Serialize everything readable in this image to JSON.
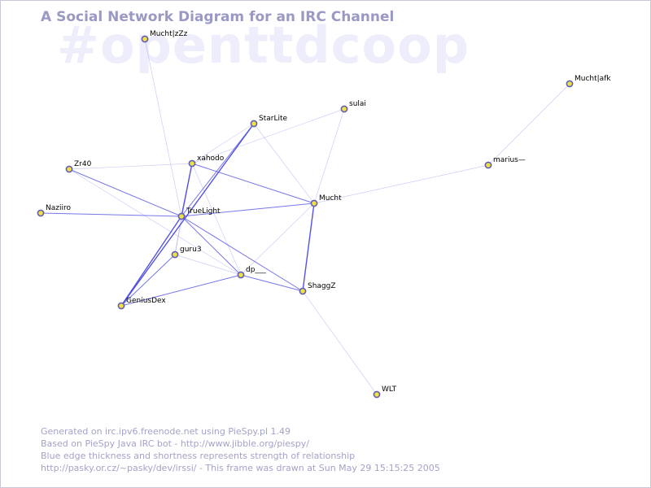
{
  "header": {
    "title": "A Social Network Diagram for an IRC Channel",
    "channel": "#openttdcoop"
  },
  "graph": {
    "nodes": [
      {
        "id": "MuchtzZz",
        "label": "Mucht|zZz"
      },
      {
        "id": "Muchtafk",
        "label": "Mucht|afk"
      },
      {
        "id": "sulai",
        "label": "sulai"
      },
      {
        "id": "StarLite",
        "label": "StarLite"
      },
      {
        "id": "xahodo",
        "label": "xahodo"
      },
      {
        "id": "marius",
        "label": "marius—"
      },
      {
        "id": "Zr40",
        "label": "Zr40"
      },
      {
        "id": "Mucht",
        "label": "Mucht"
      },
      {
        "id": "Naziiro",
        "label": "Naziiro"
      },
      {
        "id": "TrueLight",
        "label": "TrueLight"
      },
      {
        "id": "guru3",
        "label": "guru3"
      },
      {
        "id": "dp",
        "label": "dp___"
      },
      {
        "id": "ShaggZ",
        "label": "ShaggZ"
      },
      {
        "id": "GeniusDex",
        "label": "GeniusDex"
      },
      {
        "id": "WLT",
        "label": "WLT"
      }
    ],
    "edges": [
      {
        "from": "MuchtzZz",
        "to": "TrueLight",
        "strength": 1
      },
      {
        "from": "Muchtafk",
        "to": "marius",
        "strength": 1
      },
      {
        "from": "marius",
        "to": "Mucht",
        "strength": 1
      },
      {
        "from": "sulai",
        "to": "Mucht",
        "strength": 1
      },
      {
        "from": "sulai",
        "to": "xahodo",
        "strength": 1
      },
      {
        "from": "StarLite",
        "to": "xahodo",
        "strength": 1
      },
      {
        "from": "StarLite",
        "to": "TrueLight",
        "strength": 2
      },
      {
        "from": "StarLite",
        "to": "GeniusDex",
        "strength": 3
      },
      {
        "from": "StarLite",
        "to": "Mucht",
        "strength": 1
      },
      {
        "from": "xahodo",
        "to": "Zr40",
        "strength": 1
      },
      {
        "from": "xahodo",
        "to": "TrueLight",
        "strength": 3
      },
      {
        "from": "xahodo",
        "to": "Mucht",
        "strength": 2
      },
      {
        "from": "xahodo",
        "to": "dp",
        "strength": 1
      },
      {
        "from": "xahodo",
        "to": "guru3",
        "strength": 1
      },
      {
        "from": "Zr40",
        "to": "TrueLight",
        "strength": 2
      },
      {
        "from": "Zr40",
        "to": "dp",
        "strength": 1
      },
      {
        "from": "Naziiro",
        "to": "TrueLight",
        "strength": 2
      },
      {
        "from": "TrueLight",
        "to": "Mucht",
        "strength": 2
      },
      {
        "from": "TrueLight",
        "to": "GeniusDex",
        "strength": 3
      },
      {
        "from": "TrueLight",
        "to": "dp",
        "strength": 2
      },
      {
        "from": "TrueLight",
        "to": "ShaggZ",
        "strength": 2
      },
      {
        "from": "TrueLight",
        "to": "guru3",
        "strength": 1
      },
      {
        "from": "guru3",
        "to": "GeniusDex",
        "strength": 2
      },
      {
        "from": "guru3",
        "to": "dp",
        "strength": 1
      },
      {
        "from": "dp",
        "to": "GeniusDex",
        "strength": 2
      },
      {
        "from": "dp",
        "to": "ShaggZ",
        "strength": 2
      },
      {
        "from": "dp",
        "to": "Mucht",
        "strength": 1
      },
      {
        "from": "Mucht",
        "to": "ShaggZ",
        "strength": 3
      },
      {
        "from": "ShaggZ",
        "to": "WLT",
        "strength": 1
      }
    ]
  },
  "footer": {
    "line1": "Generated on irc.ipv6.freenode.net using PieSpy.pl 1.49",
    "line2": "Based on PieSpy Java IRC bot - http://www.jibble.org/piespy/",
    "line3": "Blue edge thickness and shortness represents strength of relationship",
    "line4": "http://pasky.or.cz/~pasky/dev/irssi/ - This frame was drawn at Sun May 29 15:15:25 2005"
  },
  "colors": {
    "title": "#9999c4",
    "channel_watermark": "#ededfb",
    "edge": "#4a4ae0",
    "node_fill": "#f0e042",
    "node_stroke": "#5f5fb8",
    "label": "#000000",
    "footer": "#a3a3c8"
  }
}
